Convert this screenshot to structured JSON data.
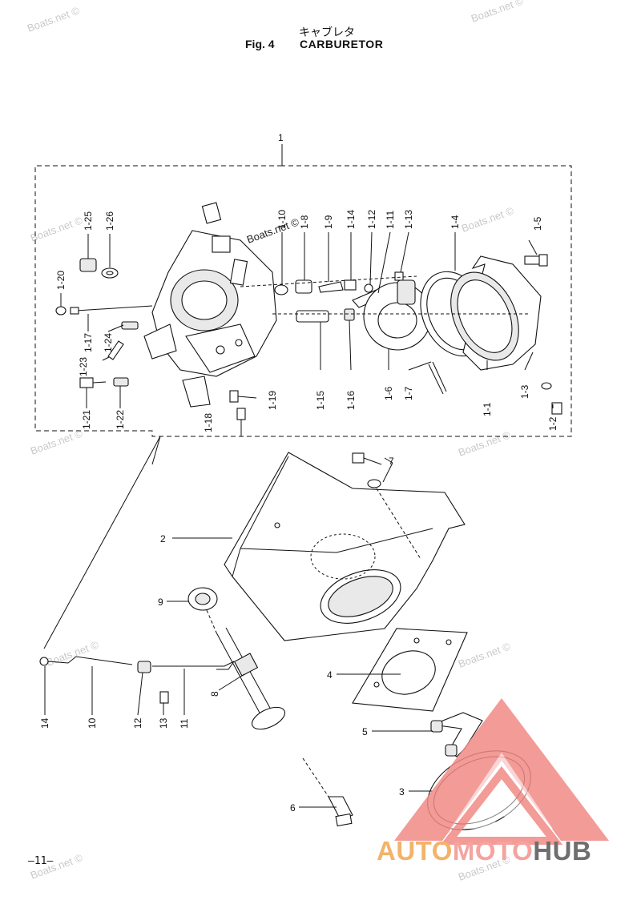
{
  "header": {
    "japanese_title": "キャブレタ",
    "figure_label": "Fig. 4",
    "figure_title": "CARBURETOR"
  },
  "watermark": {
    "text": "Boats.net ©"
  },
  "callouts": {
    "group_1": "1",
    "p1_1": "1-1",
    "p1_2": "1-2",
    "p1_3": "1-3",
    "p1_4": "1-4",
    "p1_5": "1-5",
    "p1_6": "1-6",
    "p1_7": "1-7",
    "p1_8": "1-8",
    "p1_9": "1-9",
    "p1_10": "1-10",
    "p1_11": "1-11",
    "p1_12": "1-12",
    "p1_13": "1-13",
    "p1_14": "1-14",
    "p1_15": "1-15",
    "p1_16": "1-16",
    "p1_17": "1-17",
    "p1_18": "1-18",
    "p1_19": "1-19",
    "p1_20": "1-20",
    "p1_21": "1-21",
    "p1_22": "1-22",
    "p1_23": "1-23",
    "p1_24": "1-24",
    "p1_25": "1-25",
    "p1_26": "1-26",
    "p2": "2",
    "p3": "3",
    "p4": "4",
    "p5": "5",
    "p6": "6",
    "p7": "7",
    "p8": "8",
    "p9": "9",
    "p10": "10",
    "p11": "11",
    "p12": "12",
    "p13": "13",
    "p14": "14"
  },
  "footer": {
    "page_number": "—11—"
  },
  "logo": {
    "part1": "AUTO",
    "part2": "MOTO",
    "part3": "HUB",
    "colors": {
      "auto": "#f2b36a",
      "moto": "#f4a39f",
      "hub": "#6f6f6f",
      "triangle": "#f08a86"
    }
  }
}
